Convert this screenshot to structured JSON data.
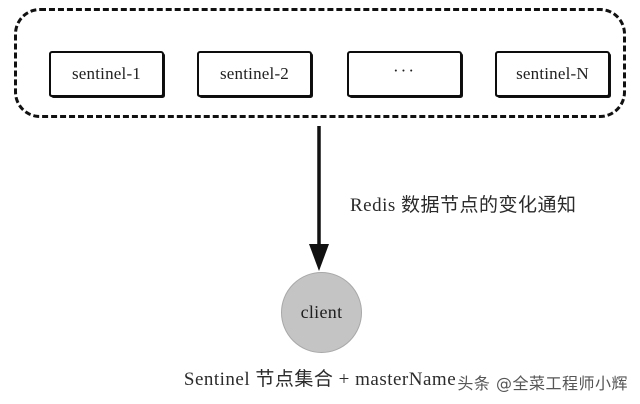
{
  "diagram": {
    "title": "Redis Sentinel client discovery diagram",
    "sentinel_group": {
      "name": "sentinel-cluster",
      "border_style": "dashed",
      "nodes": [
        {
          "label": "sentinel-1"
        },
        {
          "label": "sentinel-2"
        },
        {
          "label": "···"
        },
        {
          "label": "sentinel-N"
        }
      ]
    },
    "arrow": {
      "name": "notification-arrow",
      "direction": "down",
      "label": "Redis 数据节点的变化通知"
    },
    "client": {
      "label": "client",
      "fill_color": "#c4c4c4",
      "stroke_color": "#a8a8a8"
    },
    "caption": "Sentinel 节点集合 + masterName",
    "watermark": "头条 @全菜工程师小辉",
    "colors": {
      "line": "#111111",
      "text": "#2b2b2b",
      "background": "#ffffff"
    }
  }
}
